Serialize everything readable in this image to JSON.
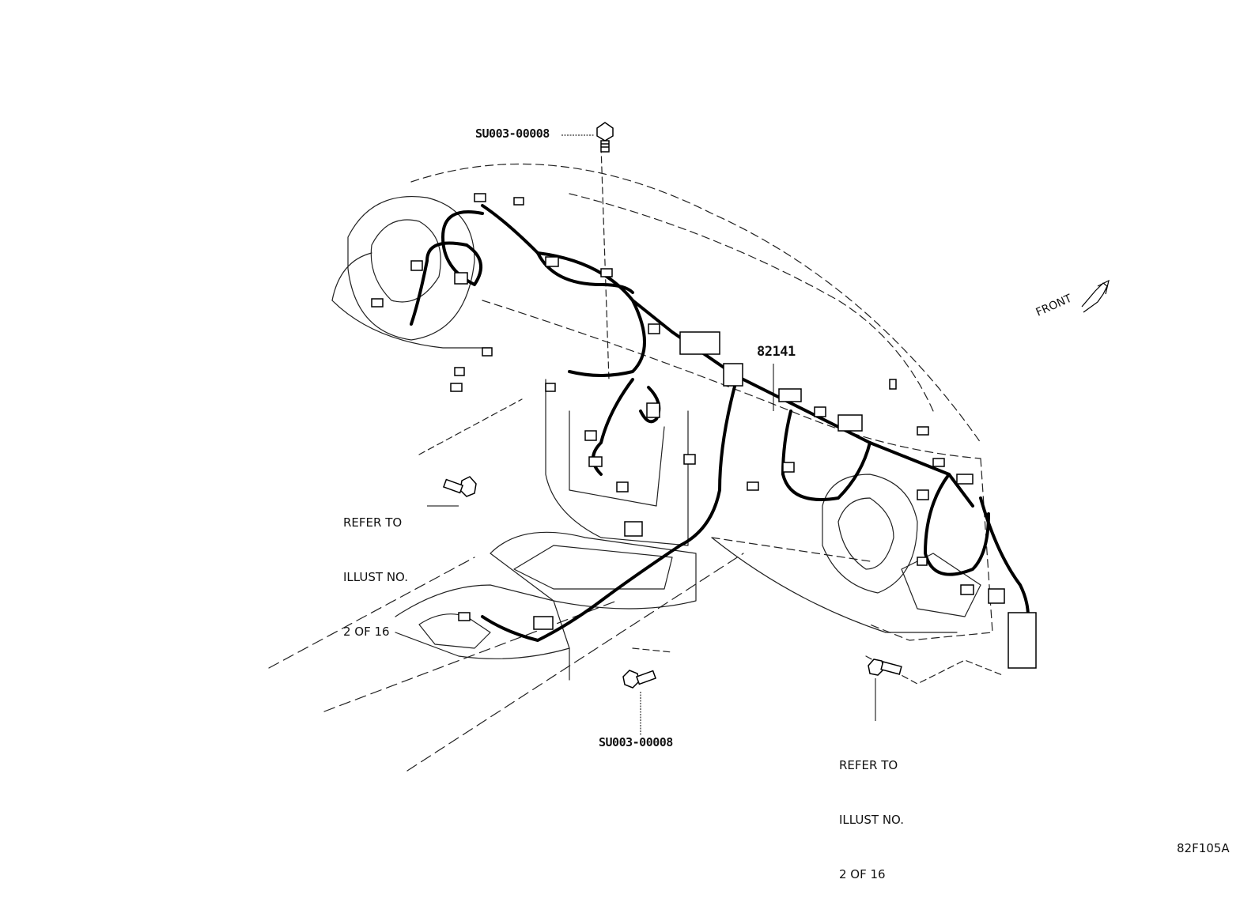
{
  "callouts": {
    "top_bolt": "SU003-00008",
    "harness_part": "82141",
    "bottom_bolt": "SU003-00008",
    "front_indicator": "FRONT",
    "refer_left": [
      "REFER TO",
      "ILLUST NO.",
      "2 OF 16"
    ],
    "refer_right": [
      "REFER TO",
      "ILLUST NO.",
      "2 OF 16"
    ]
  },
  "illustration_code": "82F105A",
  "icons": [
    "bolt-icon",
    "front-arrow-icon"
  ]
}
